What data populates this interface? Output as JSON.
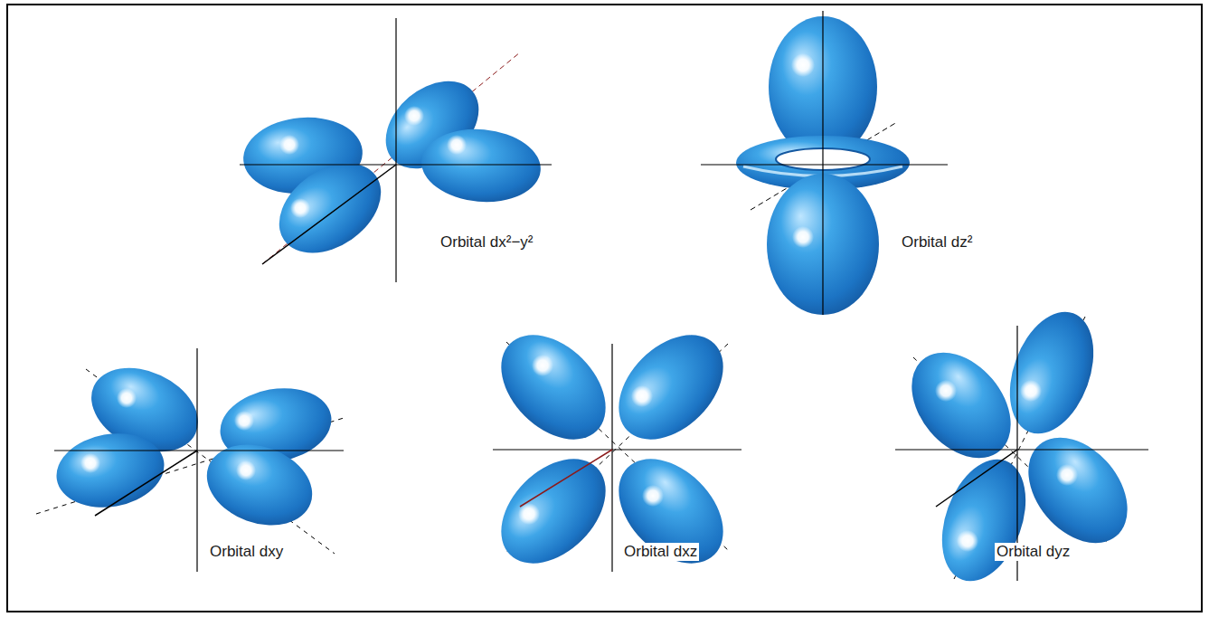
{
  "diagram": {
    "labels": [
      "Orbital dx²−y²",
      "Orbital dz²",
      "Orbital dxy",
      "Orbital dxz",
      "Orbital dyz"
    ]
  }
}
